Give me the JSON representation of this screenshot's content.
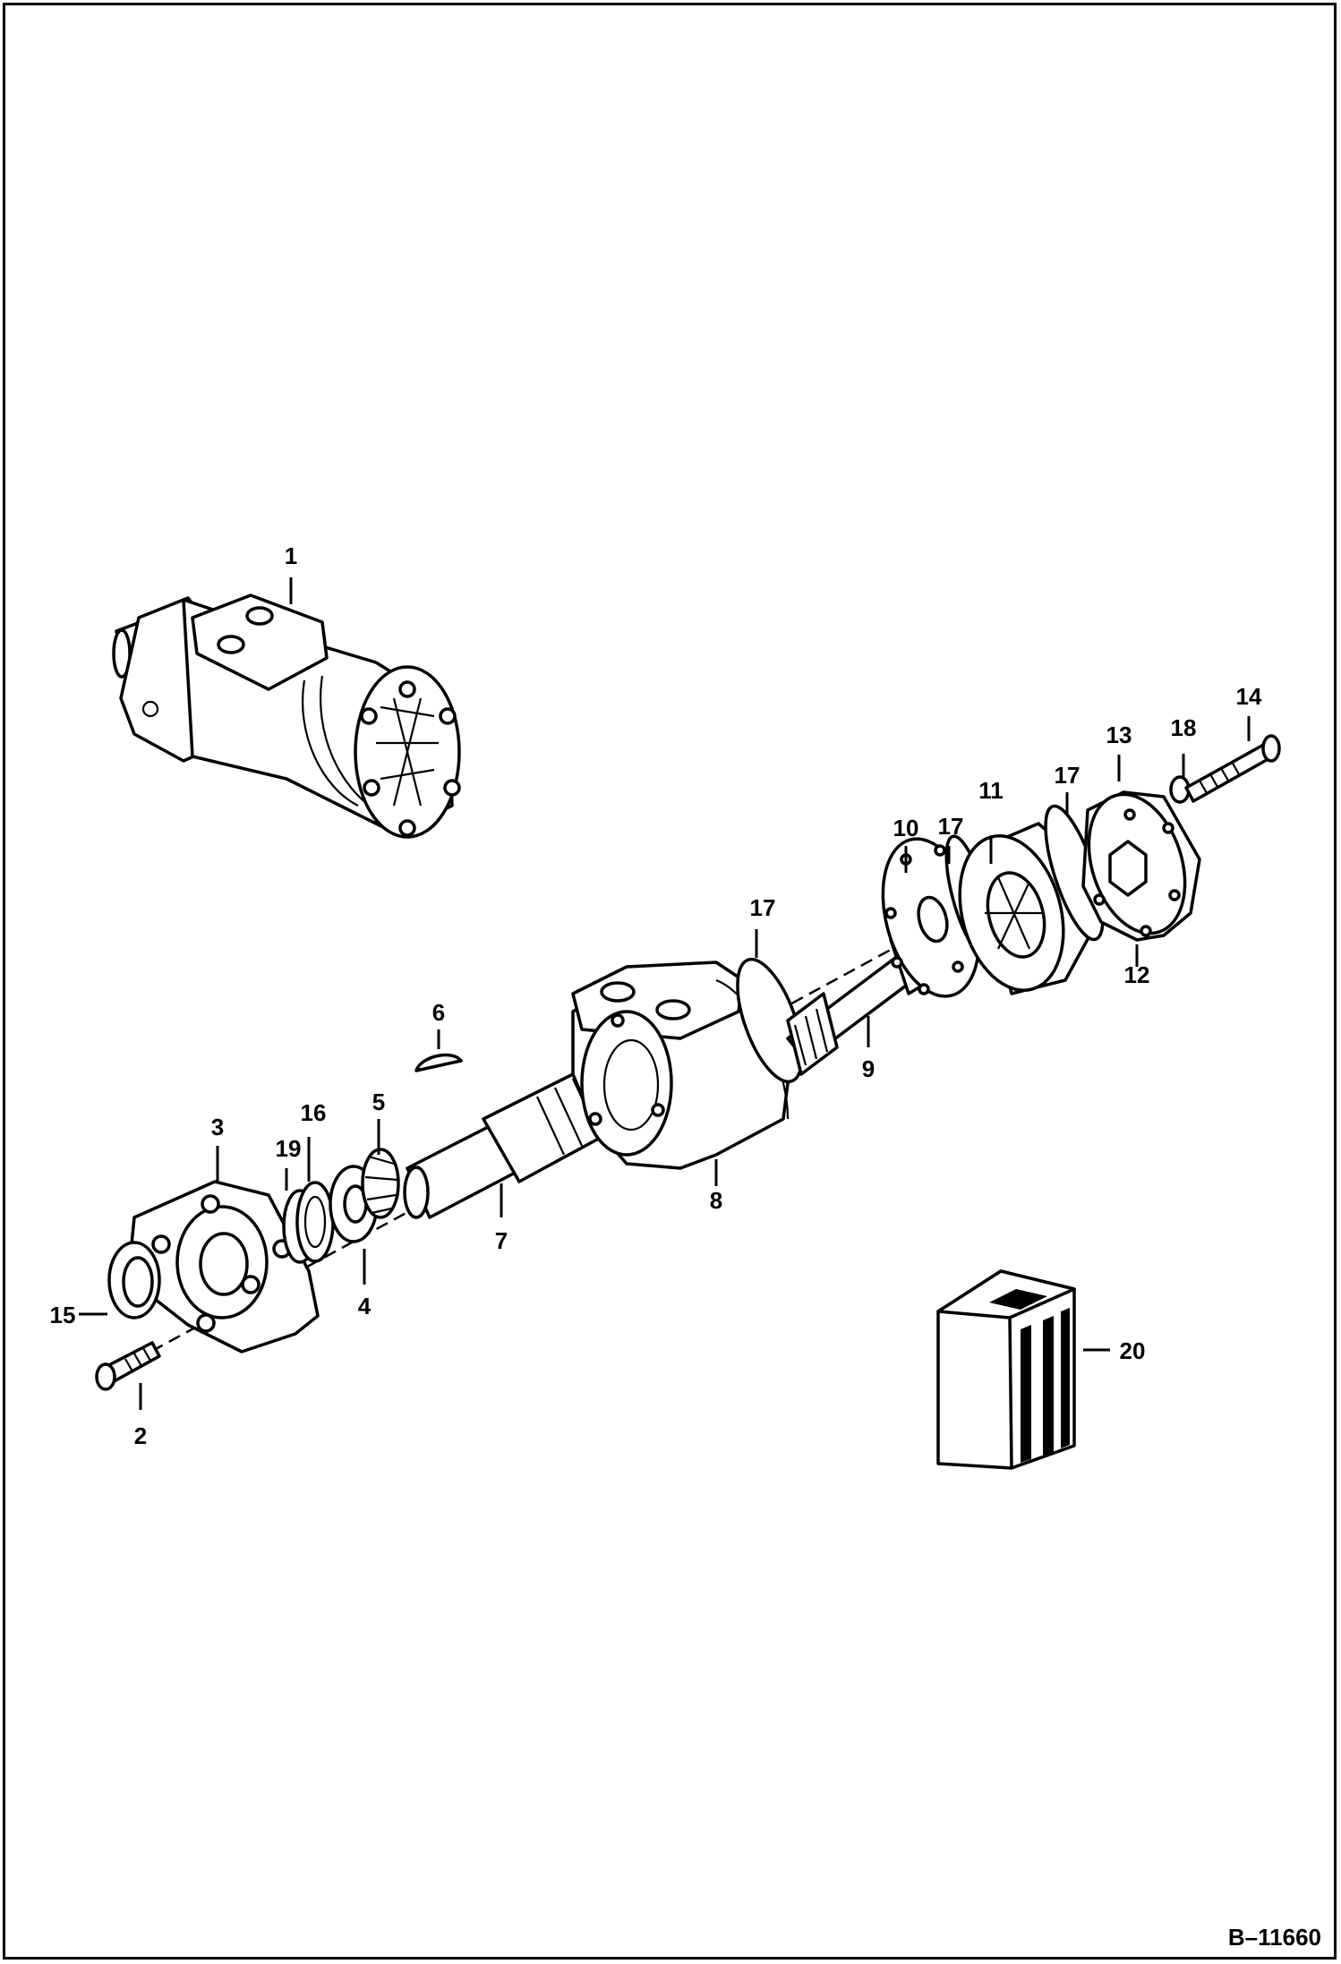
{
  "diagram": {
    "part_number": "B–11660",
    "callouts": [
      {
        "id": "c1",
        "label": "1"
      },
      {
        "id": "c2",
        "label": "2"
      },
      {
        "id": "c3",
        "label": "3"
      },
      {
        "id": "c4",
        "label": "4"
      },
      {
        "id": "c5",
        "label": "5"
      },
      {
        "id": "c6",
        "label": "6"
      },
      {
        "id": "c7",
        "label": "7"
      },
      {
        "id": "c8",
        "label": "8"
      },
      {
        "id": "c9",
        "label": "9"
      },
      {
        "id": "c10",
        "label": "10"
      },
      {
        "id": "c11",
        "label": "11"
      },
      {
        "id": "c12",
        "label": "12"
      },
      {
        "id": "c13",
        "label": "13"
      },
      {
        "id": "c14",
        "label": "14"
      },
      {
        "id": "c15",
        "label": "15"
      },
      {
        "id": "c16",
        "label": "16"
      },
      {
        "id": "c17a",
        "label": "17"
      },
      {
        "id": "c17b",
        "label": "17"
      },
      {
        "id": "c17c",
        "label": "17"
      },
      {
        "id": "c18",
        "label": "18"
      },
      {
        "id": "c19",
        "label": "19"
      },
      {
        "id": "c20",
        "label": "20"
      }
    ]
  }
}
